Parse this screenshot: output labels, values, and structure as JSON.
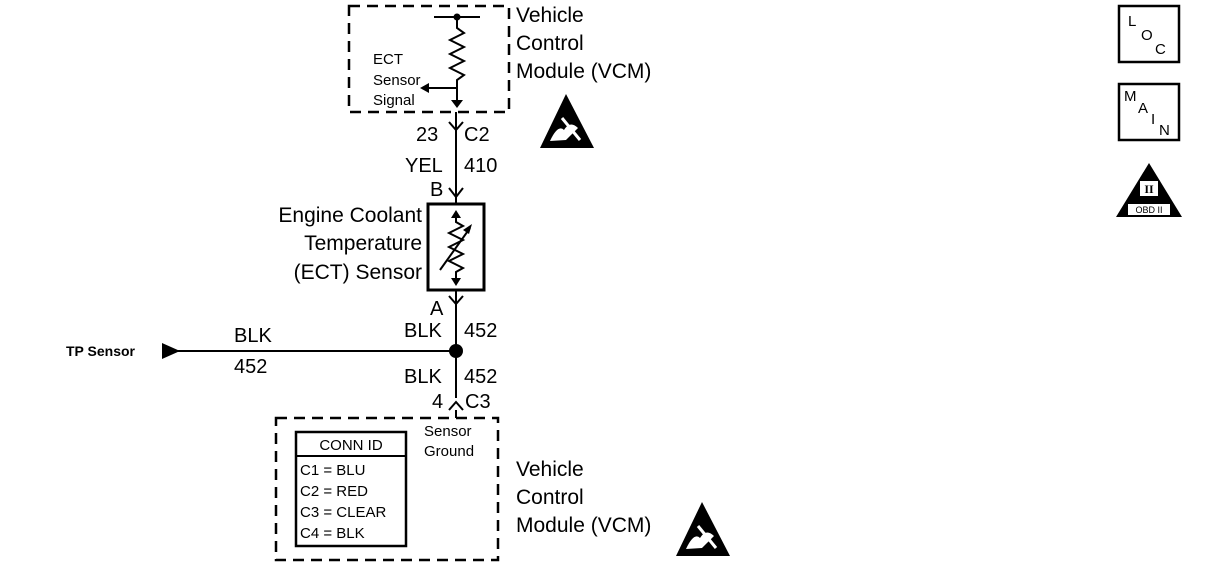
{
  "top_vcm": {
    "title_line1": "Vehicle",
    "title_line2": "Control",
    "title_line3": "Module (VCM)",
    "signal_line1": "ECT",
    "signal_line2": "Sensor",
    "signal_line3": "Signal"
  },
  "top_connector": {
    "pin": "23",
    "id": "C2"
  },
  "top_wire": {
    "color": "YEL",
    "circuit": "410"
  },
  "sensor": {
    "pin_top": "B",
    "pin_bottom": "A",
    "name_line1": "Engine Coolant",
    "name_line2": "Temperature",
    "name_line3": "(ECT) Sensor"
  },
  "ground_wire_upper": {
    "color": "BLK",
    "circuit": "452"
  },
  "ground_wire_lower": {
    "color": "BLK",
    "circuit": "452"
  },
  "tp_branch": {
    "label": "TP Sensor",
    "color": "BLK",
    "circuit": "452"
  },
  "bottom_connector": {
    "pin": "4",
    "id": "C3"
  },
  "bottom_vcm": {
    "ground_line1": "Sensor",
    "ground_line2": "Ground",
    "title_line1": "Vehicle",
    "title_line2": "Control",
    "title_line3": "Module (VCM)"
  },
  "conn_id": {
    "header": "CONN ID",
    "rows": [
      "C1 = BLU",
      "C2 = RED",
      "C3 = CLEAR",
      "C4 = BLK"
    ]
  },
  "side_icons": {
    "loc": [
      "L",
      "O",
      "C"
    ],
    "main": [
      "M",
      "A",
      "I",
      "N"
    ],
    "obd_numeral": "II",
    "obd_label": "OBD II"
  }
}
